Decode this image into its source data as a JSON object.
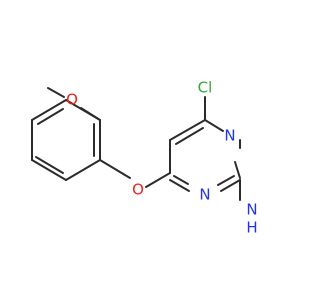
{
  "molecule": {
    "atoms": {
      "cl": {
        "symbol": "Cl",
        "color": "#33a833"
      },
      "n_top": {
        "symbol": "N",
        "color": "#2233ee"
      },
      "n_bottom": {
        "symbol": "N",
        "color": "#2233ee"
      },
      "nh2_n": {
        "symbol": "N",
        "color": "#2233ee"
      },
      "nh2_h": {
        "symbol": "H",
        "color": "#2233ee"
      },
      "o_ether": {
        "symbol": "O",
        "color": "#ee2222"
      },
      "o_methoxy": {
        "symbol": "O",
        "color": "#ee2222"
      }
    },
    "bond_color": "#2b2b2b",
    "background": "#ffffff"
  }
}
